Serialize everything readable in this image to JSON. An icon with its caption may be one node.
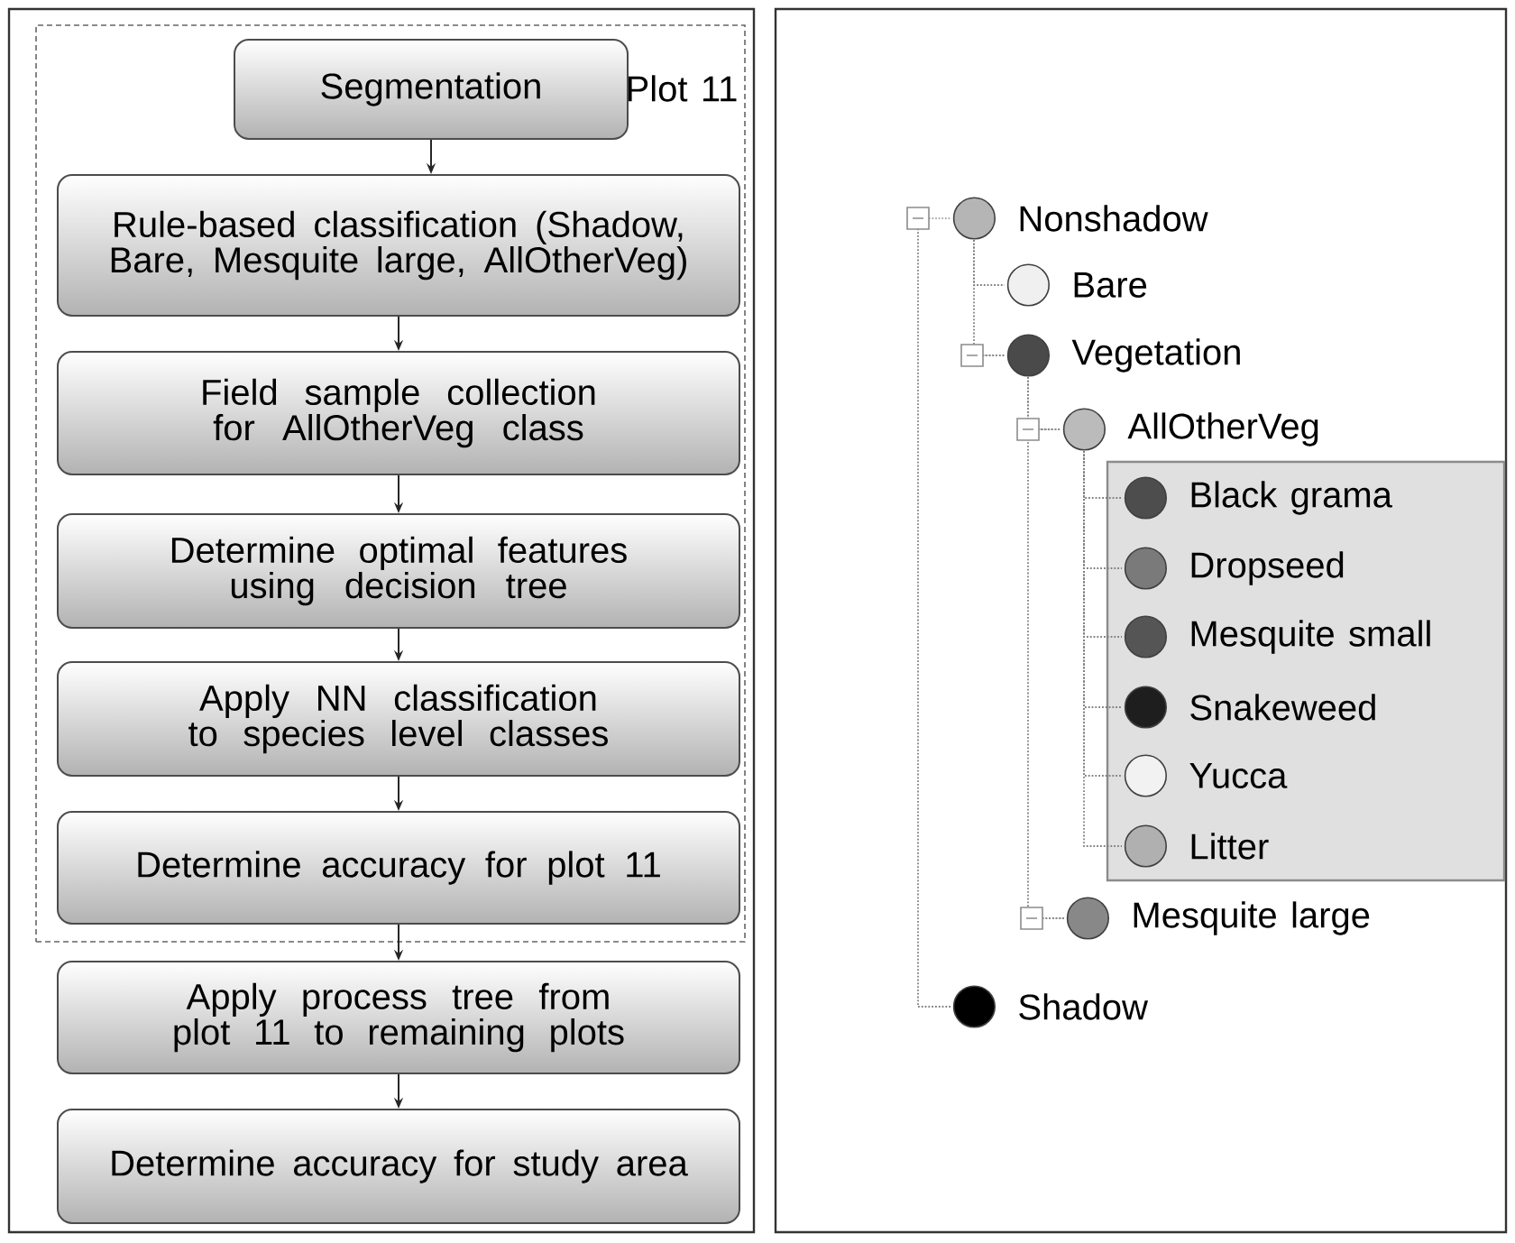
{
  "diagram": {
    "nodes": [
      {
        "text": [
          "Plot 11"
        ]
      },
      {
        "text": [
          "Segmentation"
        ],
        "in": 0
      },
      {
        "text": [
          "Rule-based classification (Shadow, Bare, Mesquite large, AllOtherVeg)"
        ],
        "in": 0
      },
      {
        "text": [
          "Field sample collection for AllOtherVeg class"
        ],
        "in": 0
      },
      {
        "text": [
          "Determine optimal features using decision tree"
        ],
        "in": 0
      },
      {
        "text": [
          "Apply NN classification to species level classes"
        ],
        "in": 0
      },
      {
        "text": [
          "Determine accuracy for plot 11"
        ],
        "in": 0
      },
      {
        "text": [
          "Apply process tree from plot 11 to remaining plots"
        ]
      },
      {
        "text": [
          "Determine accuracy for study area"
        ]
      },
      {
        "text": [
          "Nonshadow"
        ]
      },
      {
        "text": [
          "Bare"
        ]
      },
      {
        "text": [
          "Vegetation"
        ]
      },
      {
        "text": [
          "AllOtherVeg"
        ]
      },
      {
        "text": [],
        "shape": "box"
      },
      {
        "text": [
          "Black grama"
        ],
        "in": 13
      },
      {
        "text": [
          "Dropseed"
        ],
        "in": 13
      },
      {
        "text": [
          "Mesquite small"
        ],
        "in": 13
      },
      {
        "text": [
          "Snakeweed"
        ],
        "in": 13
      },
      {
        "text": [
          "Yucca"
        ],
        "in": 13
      },
      {
        "text": [
          "Litter"
        ],
        "in": 13
      },
      {
        "text": [
          "Mesquite large"
        ]
      },
      {
        "text": [
          "Shadow"
        ]
      }
    ],
    "edges": [
      {
        "from": 1,
        "to": 2,
        "arrow": "to"
      },
      {
        "from": 2,
        "to": 3,
        "arrow": "to"
      },
      {
        "from": 3,
        "to": 4,
        "arrow": "to"
      },
      {
        "from": 4,
        "to": 5,
        "arrow": "to"
      },
      {
        "from": 5,
        "to": 6,
        "arrow": "to"
      },
      {
        "from": 6,
        "to": 7,
        "arrow": "to"
      },
      {
        "from": 7,
        "to": 8,
        "arrow": "to"
      },
      {
        "from": 9,
        "to": 10,
        "arrow": "none",
        "style": "dashed"
      },
      {
        "from": 9,
        "to": 11,
        "arrow": "none",
        "style": "dashed"
      },
      {
        "from": 11,
        "to": 12,
        "arrow": "none",
        "style": "dashed"
      },
      {
        "from": 12,
        "to": 14,
        "arrow": "none",
        "style": "dashed"
      },
      {
        "from": 12,
        "to": 15,
        "arrow": "none",
        "style": "dashed"
      },
      {
        "from": 12,
        "to": 16,
        "arrow": "none",
        "style": "dashed"
      },
      {
        "from": 12,
        "to": 17,
        "arrow": "none",
        "style": "dashed"
      },
      {
        "from": 12,
        "to": 18,
        "arrow": "none",
        "style": "dashed"
      },
      {
        "from": 12,
        "to": 19,
        "arrow": "none",
        "style": "dashed"
      },
      {
        "from": 11,
        "to": 20,
        "arrow": "none",
        "style": "dashed"
      },
      {
        "from": 9,
        "to": 21,
        "arrow": "none",
        "style": "dashed"
      }
    ]
  }
}
